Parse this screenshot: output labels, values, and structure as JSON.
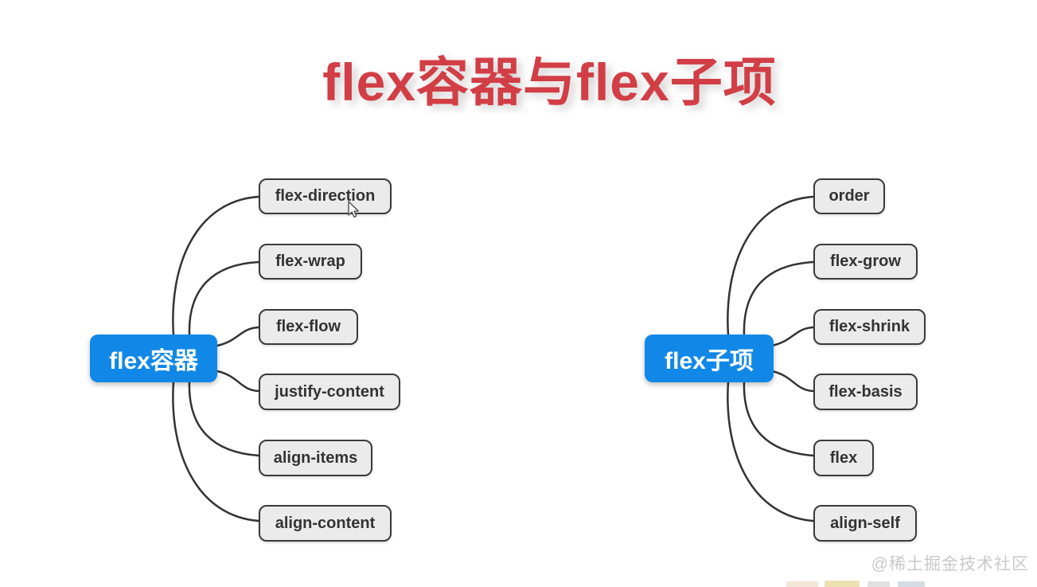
{
  "title": "flex容器与flex子项",
  "left_tree": {
    "root": "flex容器",
    "children": [
      "flex-direction",
      "flex-wrap",
      "flex-flow",
      "justify-content",
      "align-items",
      "align-content"
    ]
  },
  "right_tree": {
    "root": "flex子项",
    "children": [
      "order",
      "flex-grow",
      "flex-shrink",
      "flex-basis",
      "flex",
      "align-self"
    ]
  },
  "watermark": "@稀土掘金技术社区",
  "colors": {
    "title_text": "#d23e46",
    "root_node_bg": "#1188e8",
    "root_node_text": "#ffffff",
    "child_node_bg": "#ebebeb",
    "child_node_border": "#3a3a3a",
    "child_node_text": "#333333",
    "connector_line": "#333333",
    "watermark_text": "#c9c9c9"
  }
}
